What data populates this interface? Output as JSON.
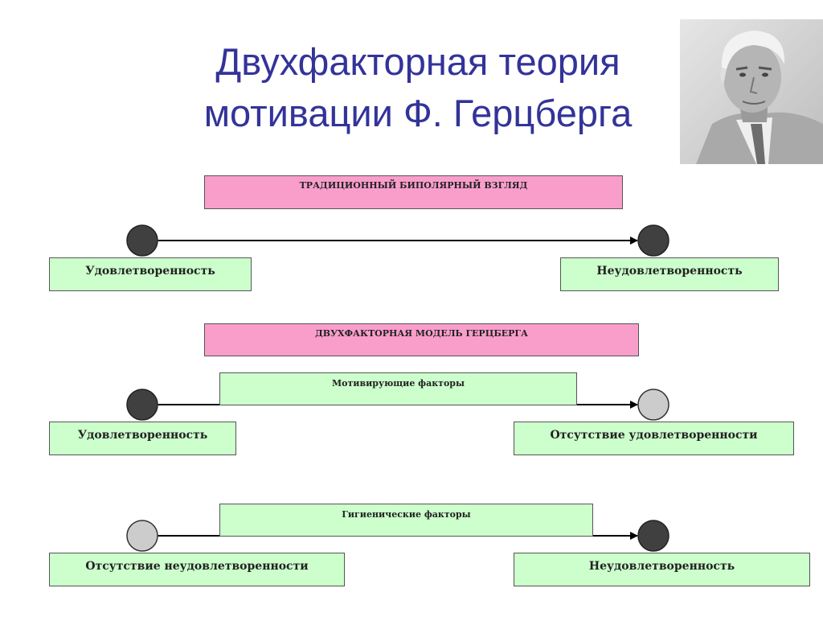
{
  "title": {
    "line1": "Двухфакторная теория",
    "line2": "мотивации Ф. Герцберга"
  },
  "colors": {
    "title": "#333399",
    "pink_box": "#f99ecb",
    "green_box": "#ccffcc",
    "dark_dot": "#404040",
    "light_dot": "#cccccc"
  },
  "portrait": {
    "icon": "portrait-photo-icon"
  },
  "traditional": {
    "header": "ТРАДИЦИОННЫЙ БИПОЛЯРНЫЙ ВЗГЛЯД",
    "left": "Удовлетворенность",
    "right": "Неудовлетворенность"
  },
  "herzberg": {
    "header": "ДВУХФАКТОРНАЯ МОДЕЛЬ ГЕРЦБЕРГА",
    "motivators": {
      "label": "Мотивирующие факторы",
      "left": "Удовлетворенность",
      "right": "Отсутствие удовлетворенности"
    },
    "hygiene": {
      "label": "Гигиенические факторы",
      "left": "Отсутствие неудовлетворенности",
      "right": "Неудовлетворенность"
    }
  }
}
